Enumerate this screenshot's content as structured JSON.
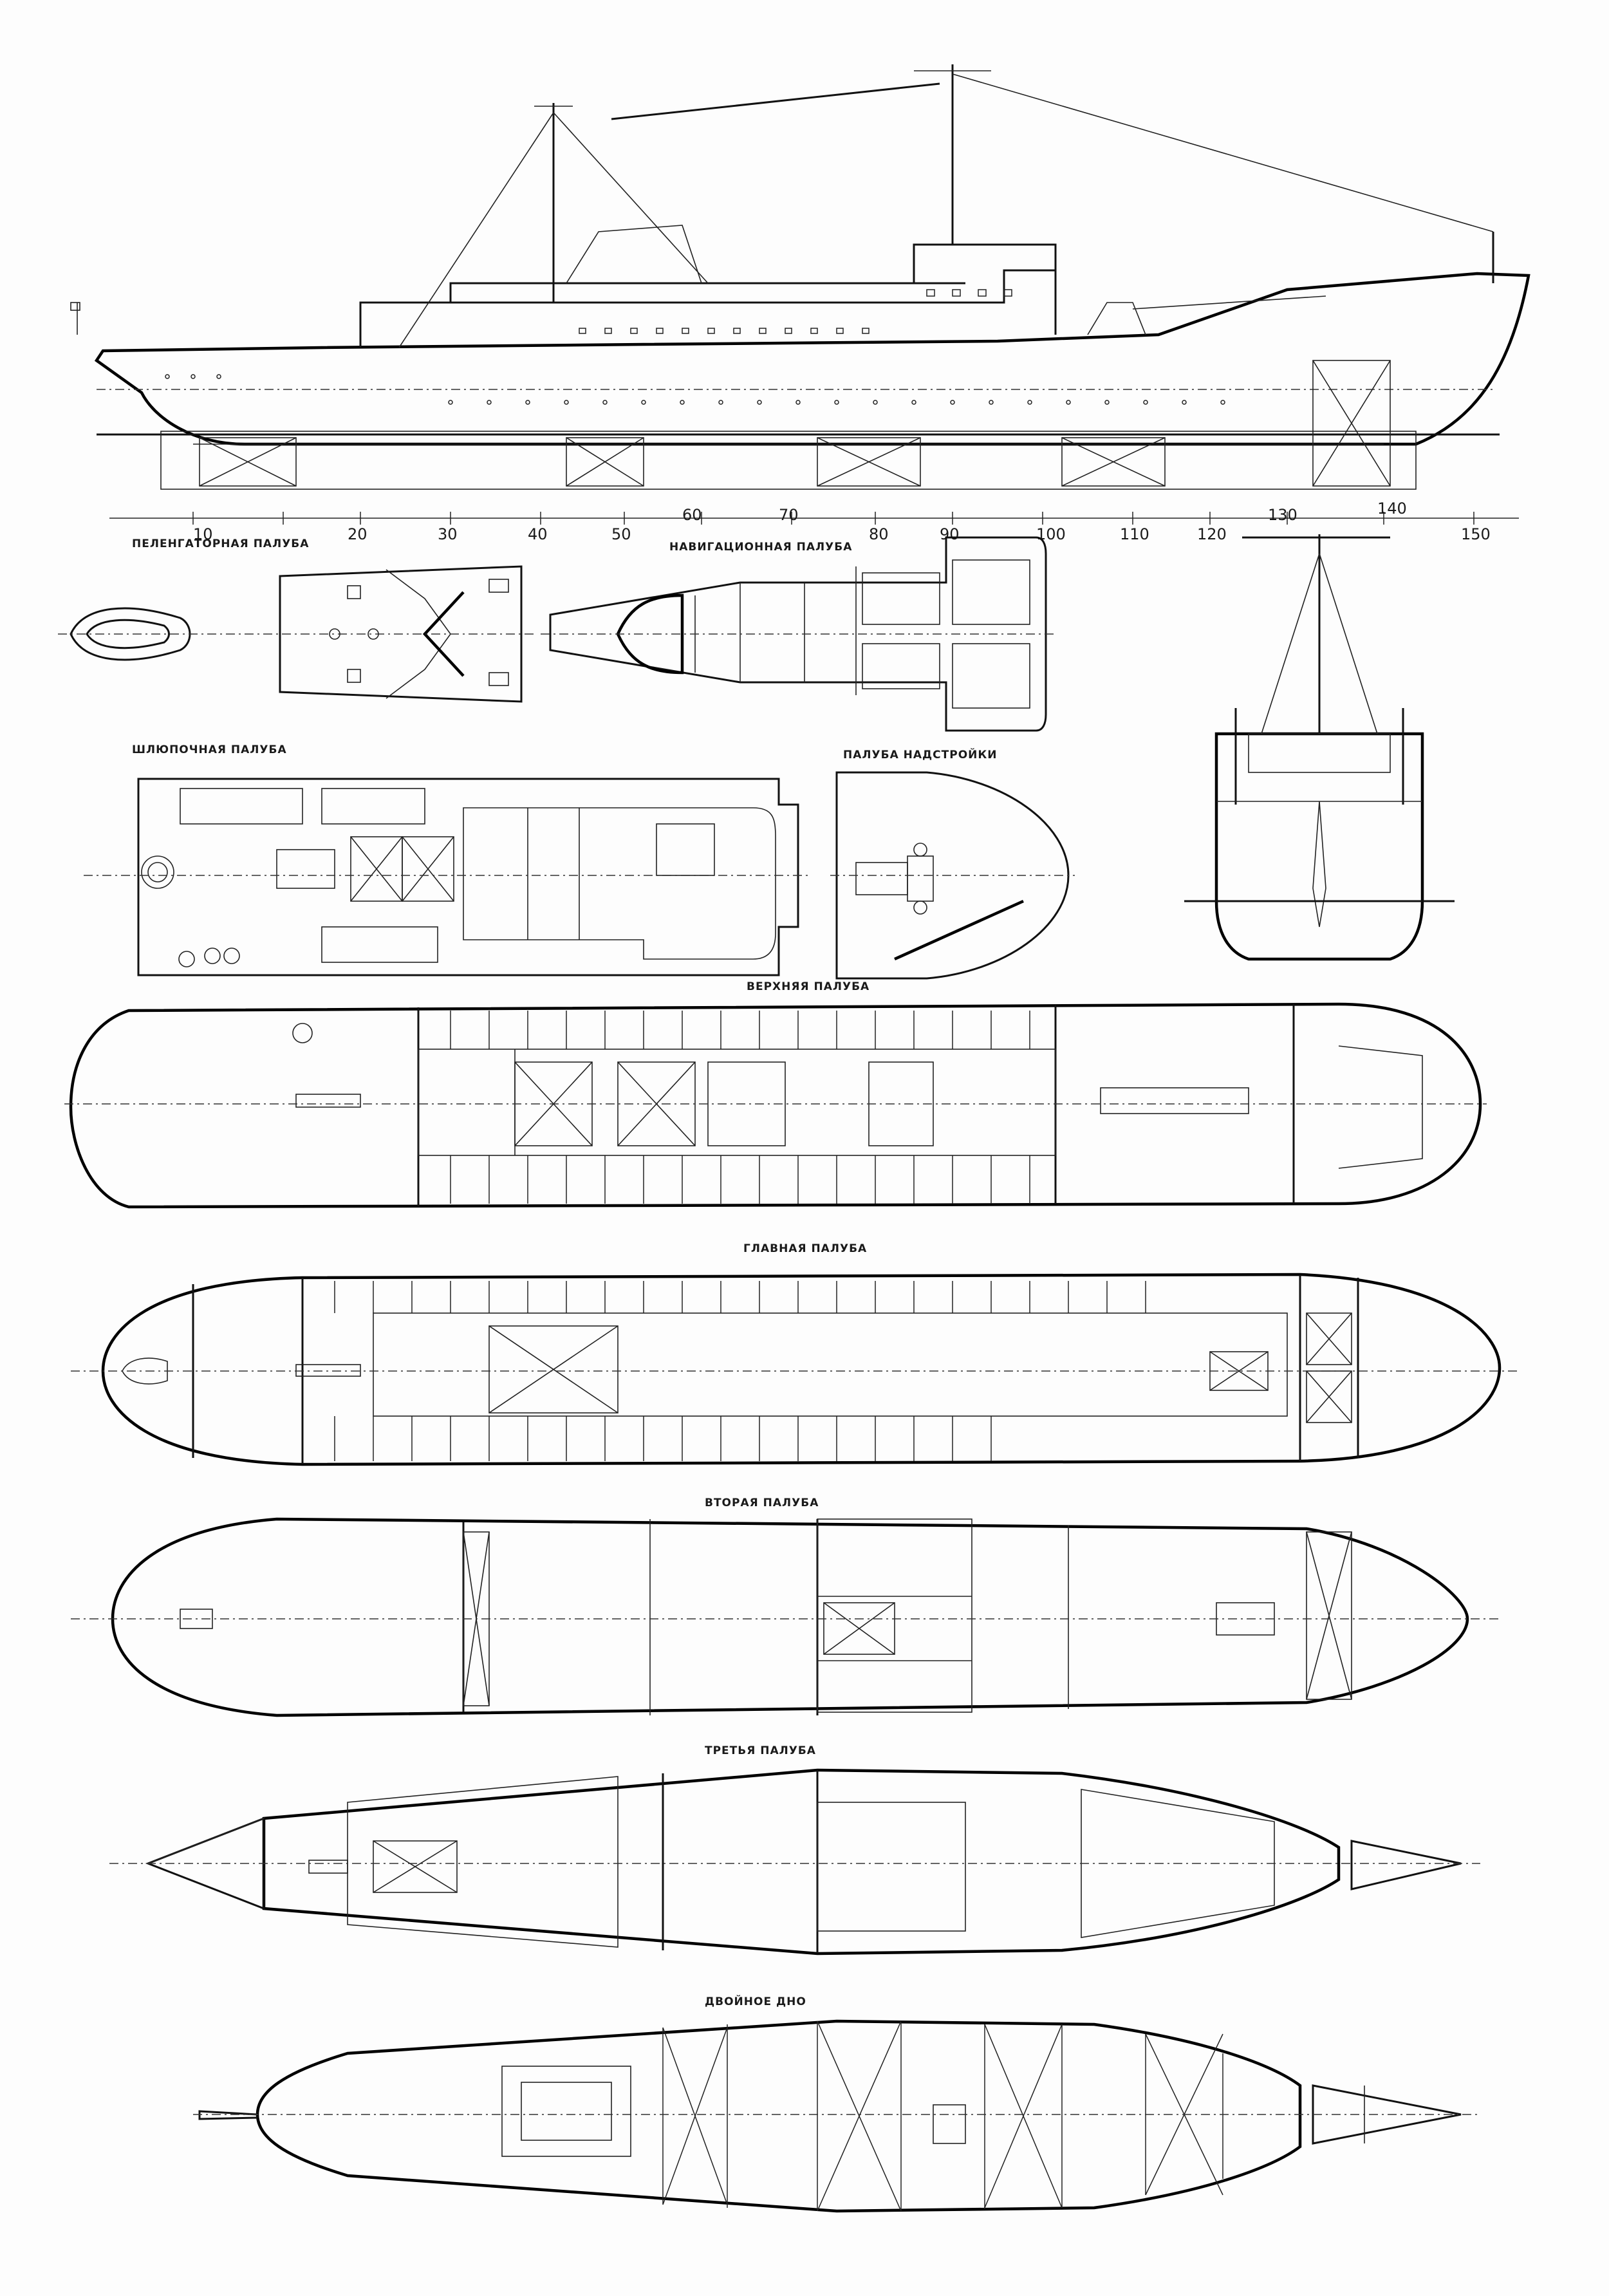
{
  "deck_labels": {
    "direction_finder_deck": "ПЕЛЕНГАТОРНАЯ ПАЛУБА",
    "navigation_deck": "НАВИГАЦИОННАЯ ПАЛУБА",
    "boat_deck": "ШЛЮПОЧНАЯ ПАЛУБА",
    "superstructure_deck": "ПАЛУБА НАДСТРОЙКИ",
    "upper_deck": "ВЕРХНЯЯ ПАЛУБА",
    "main_deck": "ГЛАВНАЯ ПАЛУБА",
    "second_deck": "ВТОРАЯ ПАЛУБА",
    "third_deck": "ТРЕТЬЯ ПАЛУБА",
    "double_bottom": "ДВОЙНОЕ ДНО"
  },
  "frame_numbers": [
    "10",
    "20",
    "30",
    "40",
    "50",
    "60",
    "70",
    "80",
    "90",
    "100",
    "110",
    "120",
    "130",
    "140",
    "150"
  ]
}
